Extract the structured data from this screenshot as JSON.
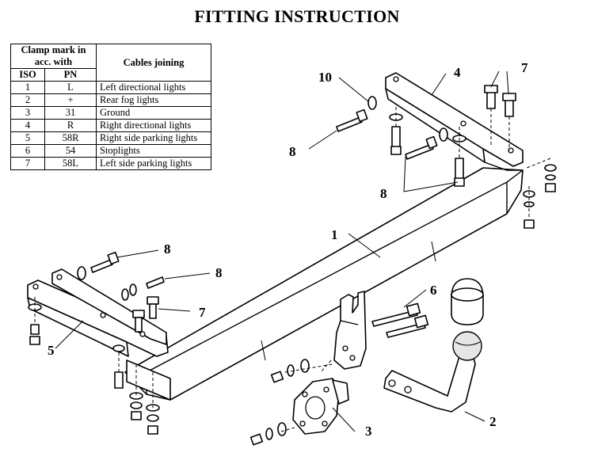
{
  "title": "FITTING INSTRUCTION",
  "table": {
    "header_clamp": "Clamp mark in acc. with",
    "header_iso": "ISO",
    "header_pn": "PN",
    "header_cables": "Cables joining",
    "rows": [
      {
        "iso": "1",
        "pn": "L",
        "cable": "Left directional lights"
      },
      {
        "iso": "2",
        "pn": "+",
        "cable": "Rear fog lights"
      },
      {
        "iso": "3",
        "pn": "31",
        "cable": "Ground"
      },
      {
        "iso": "4",
        "pn": "R",
        "cable": "Right directional lights"
      },
      {
        "iso": "5",
        "pn": "58R",
        "cable": "Right side parking lights"
      },
      {
        "iso": "6",
        "pn": "54",
        "cable": "Stoplights"
      },
      {
        "iso": "7",
        "pn": "58L",
        "cable": "Left side parking lights"
      }
    ]
  },
  "callouts": {
    "c1": "1",
    "c2": "2",
    "c3": "3",
    "c4": "4",
    "c5": "5",
    "c6": "6",
    "c7_top": "7",
    "c7_bottom": "7",
    "c8_top": "8",
    "c8_mid": "8",
    "c8_left1": "8",
    "c8_left2": "8",
    "c10": "10"
  }
}
